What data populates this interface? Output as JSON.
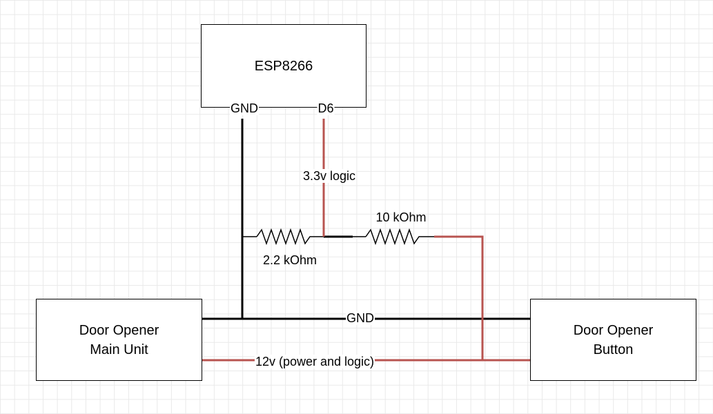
{
  "blocks": {
    "esp": {
      "label": "ESP8266"
    },
    "main_unit": {
      "label": "Door Opener\nMain Unit"
    },
    "button": {
      "label": "Door Opener\nButton"
    }
  },
  "pins": {
    "gnd": "GND",
    "d6": "D6"
  },
  "wire_labels": {
    "logic": "3.3v logic",
    "gnd_bus": "GND",
    "power": "12v (power and logic)"
  },
  "resistors": {
    "r1": "2.2 kOhm",
    "r2": "10 kOhm"
  },
  "colors": {
    "ground_wire": "#000000",
    "signal_wire": "#b85450",
    "grid": "#e9e9e9"
  }
}
